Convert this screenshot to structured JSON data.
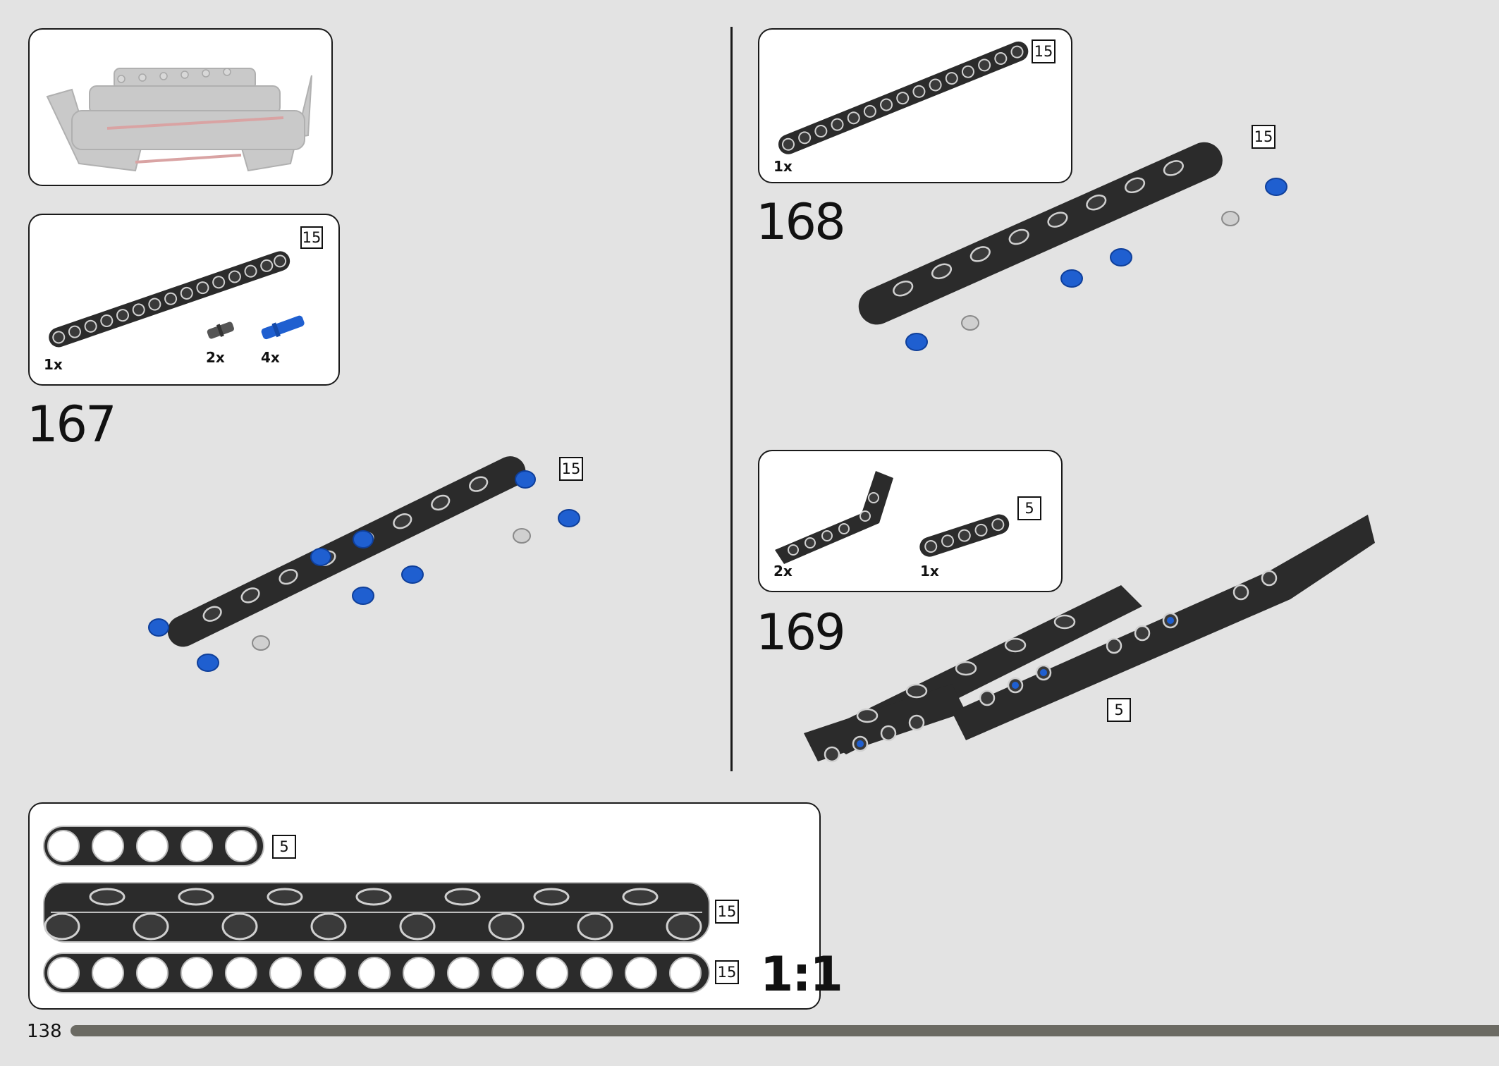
{
  "page": {
    "number": "138"
  },
  "steps": [
    {
      "number": "167",
      "parts": [
        {
          "qty": "1x",
          "length": "15"
        },
        {
          "qty": "2x"
        },
        {
          "qty": "4x"
        }
      ],
      "assembly_length": "15"
    },
    {
      "number": "168",
      "parts": [
        {
          "qty": "1x",
          "length": "15"
        }
      ],
      "assembly_length": "15"
    },
    {
      "number": "169",
      "parts": [
        {
          "qty": "2x"
        },
        {
          "qty": "1x",
          "length": "5"
        }
      ],
      "assembly_length": "5"
    }
  ],
  "scale_ruler": {
    "label": "1:1",
    "beams": [
      {
        "length": "5"
      },
      {
        "length": "15"
      },
      {
        "length": "15"
      }
    ]
  },
  "colors": {
    "background": "#e3e3e3",
    "beam": "#2b2b2b",
    "pin_blue": "#1f5fd0",
    "pin_gray": "#b5b5b5"
  }
}
